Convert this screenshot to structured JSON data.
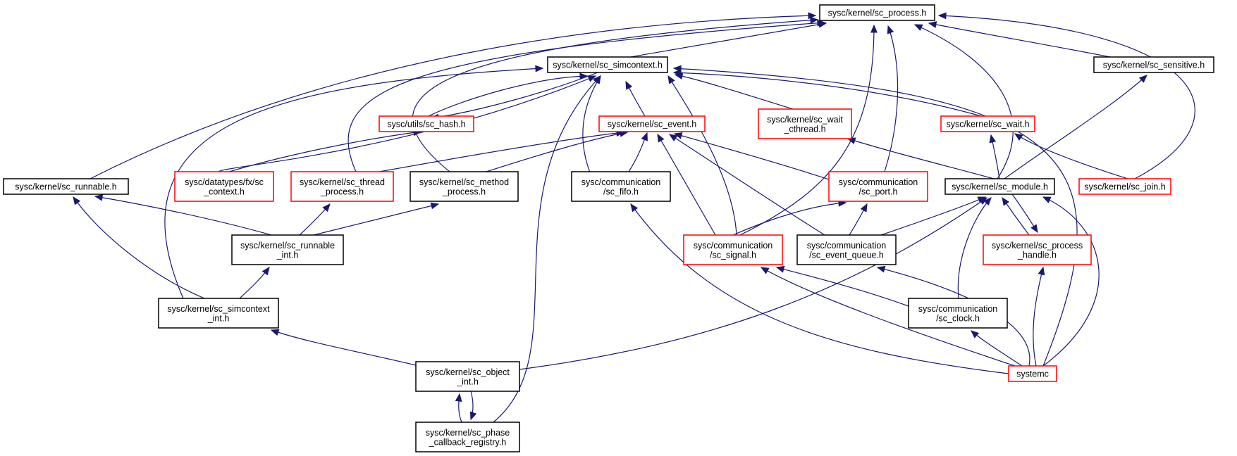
{
  "graph": {
    "title": "",
    "colors": {
      "edge": "#191970",
      "root_fill": "#bfbfbf",
      "node_fill": "#ffffff",
      "black_border": "#000000",
      "red_border": "#ff0000"
    },
    "nodes": [
      {
        "id": "process",
        "label": [
          "sysc/kernel/sc_process.h"
        ],
        "style": "root"
      },
      {
        "id": "simcontext",
        "label": [
          "sysc/kernel/sc_simcontext.h"
        ],
        "style": "black"
      },
      {
        "id": "sensitive",
        "label": [
          "sysc/kernel/sc_sensitive.h"
        ],
        "style": "black"
      },
      {
        "id": "hash",
        "label": [
          "sysc/utils/sc_hash.h"
        ],
        "style": "red"
      },
      {
        "id": "event",
        "label": [
          "sysc/kernel/sc_event.h"
        ],
        "style": "red"
      },
      {
        "id": "wait_cthread",
        "label": [
          "sysc/kernel/sc_wait",
          "_cthread.h"
        ],
        "style": "red"
      },
      {
        "id": "wait",
        "label": [
          "sysc/kernel/sc_wait.h"
        ],
        "style": "red"
      },
      {
        "id": "runnable",
        "label": [
          "sysc/kernel/sc_runnable.h"
        ],
        "style": "black"
      },
      {
        "id": "fx_context",
        "label": [
          "sysc/datatypes/fx/sc",
          "_context.h"
        ],
        "style": "red"
      },
      {
        "id": "thread_process",
        "label": [
          "sysc/kernel/sc_thread",
          "_process.h"
        ],
        "style": "red"
      },
      {
        "id": "method_process",
        "label": [
          "sysc/kernel/sc_method",
          "_process.h"
        ],
        "style": "black"
      },
      {
        "id": "fifo",
        "label": [
          "sysc/communication",
          "/sc_fifo.h"
        ],
        "style": "black"
      },
      {
        "id": "port",
        "label": [
          "sysc/communication",
          "/sc_port.h"
        ],
        "style": "red"
      },
      {
        "id": "module",
        "label": [
          "sysc/kernel/sc_module.h"
        ],
        "style": "black"
      },
      {
        "id": "join",
        "label": [
          "sysc/kernel/sc_join.h"
        ],
        "style": "red"
      },
      {
        "id": "runnable_int",
        "label": [
          "sysc/kernel/sc_runnable",
          "_int.h"
        ],
        "style": "black"
      },
      {
        "id": "signal",
        "label": [
          "sysc/communication",
          "/sc_signal.h"
        ],
        "style": "red"
      },
      {
        "id": "event_queue",
        "label": [
          "sysc/communication",
          "/sc_event_queue.h"
        ],
        "style": "black"
      },
      {
        "id": "process_handle",
        "label": [
          "sysc/kernel/sc_process",
          "_handle.h"
        ],
        "style": "red"
      },
      {
        "id": "simcontext_int",
        "label": [
          "sysc/kernel/sc_simcontext",
          "_int.h"
        ],
        "style": "black"
      },
      {
        "id": "clock",
        "label": [
          "sysc/communication",
          "/sc_clock.h"
        ],
        "style": "black"
      },
      {
        "id": "object_int",
        "label": [
          "sysc/kernel/sc_object",
          "_int.h"
        ],
        "style": "black"
      },
      {
        "id": "systemc",
        "label": [
          "systemc"
        ],
        "style": "red"
      },
      {
        "id": "phase_callback",
        "label": [
          "sysc/kernel/sc_phase",
          "_callback_registry.h"
        ],
        "style": "black"
      }
    ],
    "edges": [
      {
        "from": "simcontext",
        "to": "process"
      },
      {
        "from": "sensitive",
        "to": "process"
      },
      {
        "from": "runnable",
        "to": "process"
      },
      {
        "from": "thread_process",
        "to": "process"
      },
      {
        "from": "method_process",
        "to": "process"
      },
      {
        "from": "signal",
        "to": "process"
      },
      {
        "from": "port",
        "to": "process"
      },
      {
        "from": "module",
        "to": "process"
      },
      {
        "from": "join",
        "to": "process"
      },
      {
        "from": "hash",
        "to": "simcontext"
      },
      {
        "from": "simcontext",
        "to": "hash"
      },
      {
        "from": "event",
        "to": "simcontext"
      },
      {
        "from": "wait_cthread",
        "to": "simcontext"
      },
      {
        "from": "wait",
        "to": "simcontext"
      },
      {
        "from": "fx_context",
        "to": "simcontext"
      },
      {
        "from": "fifo",
        "to": "simcontext"
      },
      {
        "from": "signal",
        "to": "simcontext"
      },
      {
        "from": "simcontext_int",
        "to": "simcontext"
      },
      {
        "from": "phase_callback",
        "to": "simcontext"
      },
      {
        "from": "systemc",
        "to": "simcontext"
      },
      {
        "from": "fx_context",
        "to": "hash"
      },
      {
        "from": "thread_process",
        "to": "event"
      },
      {
        "from": "method_process",
        "to": "event"
      },
      {
        "from": "fifo",
        "to": "event"
      },
      {
        "from": "signal",
        "to": "event"
      },
      {
        "from": "port",
        "to": "event"
      },
      {
        "from": "event_queue",
        "to": "event"
      },
      {
        "from": "module",
        "to": "wait_cthread"
      },
      {
        "from": "module",
        "to": "wait"
      },
      {
        "from": "join",
        "to": "wait"
      },
      {
        "from": "module",
        "to": "sensitive"
      },
      {
        "from": "runnable_int",
        "to": "runnable"
      },
      {
        "from": "simcontext_int",
        "to": "runnable"
      },
      {
        "from": "runnable_int",
        "to": "thread_process"
      },
      {
        "from": "runnable_int",
        "to": "method_process"
      },
      {
        "from": "systemc",
        "to": "fifo"
      },
      {
        "from": "signal",
        "to": "port"
      },
      {
        "from": "event_queue",
        "to": "port"
      },
      {
        "from": "event_queue",
        "to": "module"
      },
      {
        "from": "process_handle",
        "to": "module"
      },
      {
        "from": "module",
        "to": "process_handle"
      },
      {
        "from": "clock",
        "to": "module"
      },
      {
        "from": "object_int",
        "to": "module"
      },
      {
        "from": "systemc",
        "to": "module"
      },
      {
        "from": "simcontext_int",
        "to": "runnable_int"
      },
      {
        "from": "clock",
        "to": "signal"
      },
      {
        "from": "systemc",
        "to": "signal"
      },
      {
        "from": "systemc",
        "to": "event_queue"
      },
      {
        "from": "systemc",
        "to": "process_handle"
      },
      {
        "from": "object_int",
        "to": "simcontext_int"
      },
      {
        "from": "systemc",
        "to": "clock"
      },
      {
        "from": "phase_callback",
        "to": "object_int"
      },
      {
        "from": "object_int",
        "to": "phase_callback"
      }
    ]
  }
}
